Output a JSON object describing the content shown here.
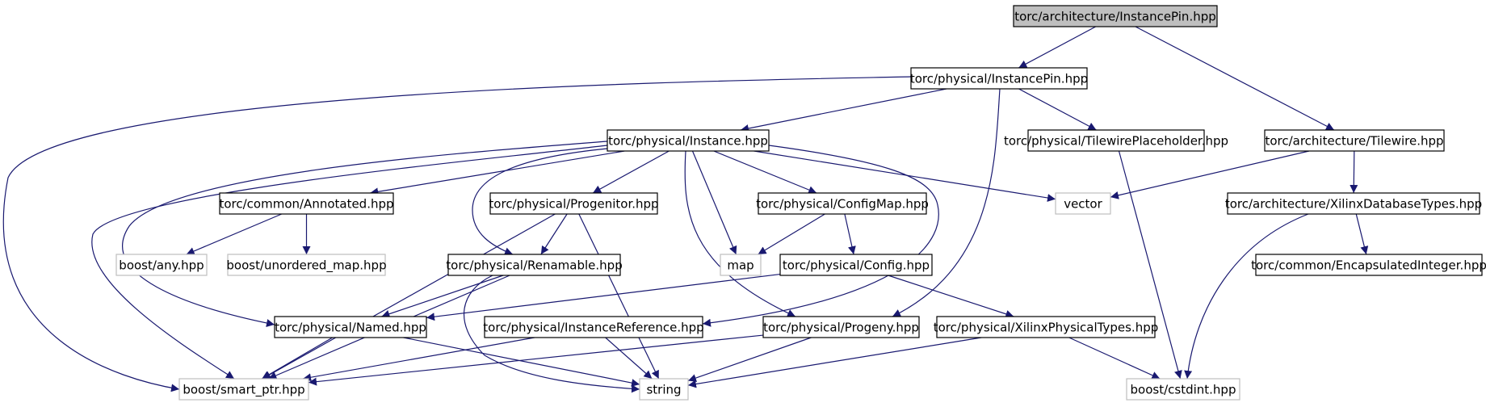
{
  "nodes": [
    {
      "id": "n1",
      "label": "torc/architecture/InstancePin.hpp",
      "root": true
    },
    {
      "id": "n2",
      "label": "torc/physical/InstancePin.hpp"
    },
    {
      "id": "n3",
      "label": "torc/physical/Instance.hpp"
    },
    {
      "id": "n4",
      "label": "torc/physical/TilewirePlaceholder.hpp"
    },
    {
      "id": "n5",
      "label": "torc/architecture/Tilewire.hpp"
    },
    {
      "id": "n6",
      "label": "torc/common/Annotated.hpp"
    },
    {
      "id": "n7",
      "label": "torc/physical/Progenitor.hpp"
    },
    {
      "id": "n8",
      "label": "torc/physical/ConfigMap.hpp"
    },
    {
      "id": "n9",
      "label": "vector",
      "external": true
    },
    {
      "id": "n10",
      "label": "torc/architecture/XilinxDatabaseTypes.hpp"
    },
    {
      "id": "n11",
      "label": "boost/any.hpp",
      "external": true
    },
    {
      "id": "n12",
      "label": "boost/unordered_map.hpp",
      "external": true
    },
    {
      "id": "n13",
      "label": "torc/physical/Renamable.hpp"
    },
    {
      "id": "n14",
      "label": "map",
      "external": true
    },
    {
      "id": "n15",
      "label": "torc/physical/Config.hpp"
    },
    {
      "id": "n16",
      "label": "torc/common/EncapsulatedInteger.hpp"
    },
    {
      "id": "n17",
      "label": "torc/physical/Named.hpp"
    },
    {
      "id": "n18",
      "label": "torc/physical/InstanceReference.hpp"
    },
    {
      "id": "n19",
      "label": "torc/physical/Progeny.hpp"
    },
    {
      "id": "n20",
      "label": "torc/physical/XilinxPhysicalTypes.hpp"
    },
    {
      "id": "n21",
      "label": "boost/smart_ptr.hpp",
      "external": true
    },
    {
      "id": "n22",
      "label": "string",
      "external": true
    },
    {
      "id": "n23",
      "label": "boost/cstdint.hpp",
      "external": true
    }
  ],
  "edges": [
    [
      "n1",
      "n2"
    ],
    [
      "n1",
      "n5"
    ],
    [
      "n2",
      "n21"
    ],
    [
      "n2",
      "n3"
    ],
    [
      "n2",
      "n19"
    ],
    [
      "n2",
      "n4"
    ],
    [
      "n3",
      "n6"
    ],
    [
      "n3",
      "n7"
    ],
    [
      "n3",
      "n13"
    ],
    [
      "n3",
      "n14"
    ],
    [
      "n3",
      "n8"
    ],
    [
      "n3",
      "n9"
    ],
    [
      "n3",
      "n17"
    ],
    [
      "n3",
      "n21"
    ],
    [
      "n3",
      "n19"
    ],
    [
      "n3",
      "n18"
    ],
    [
      "n4",
      "n23"
    ],
    [
      "n5",
      "n9"
    ],
    [
      "n5",
      "n10"
    ],
    [
      "n6",
      "n11"
    ],
    [
      "n6",
      "n12"
    ],
    [
      "n7",
      "n13"
    ],
    [
      "n7",
      "n21"
    ],
    [
      "n7",
      "n22"
    ],
    [
      "n8",
      "n14"
    ],
    [
      "n8",
      "n15"
    ],
    [
      "n10",
      "n16"
    ],
    [
      "n10",
      "n23"
    ],
    [
      "n13",
      "n17"
    ],
    [
      "n13",
      "n21"
    ],
    [
      "n13",
      "n22"
    ],
    [
      "n15",
      "n17"
    ],
    [
      "n15",
      "n20"
    ],
    [
      "n17",
      "n21"
    ],
    [
      "n17",
      "n22"
    ],
    [
      "n18",
      "n21"
    ],
    [
      "n18",
      "n22"
    ],
    [
      "n19",
      "n21"
    ],
    [
      "n19",
      "n22"
    ],
    [
      "n20",
      "n22"
    ],
    [
      "n20",
      "n23"
    ]
  ],
  "colors": {
    "edge": "#191970",
    "node_border": "#000000",
    "external_border": "#bfbfbf",
    "root_fill": "#bfbfbf",
    "node_fill": "#ffffff",
    "node_text": "#000000"
  }
}
